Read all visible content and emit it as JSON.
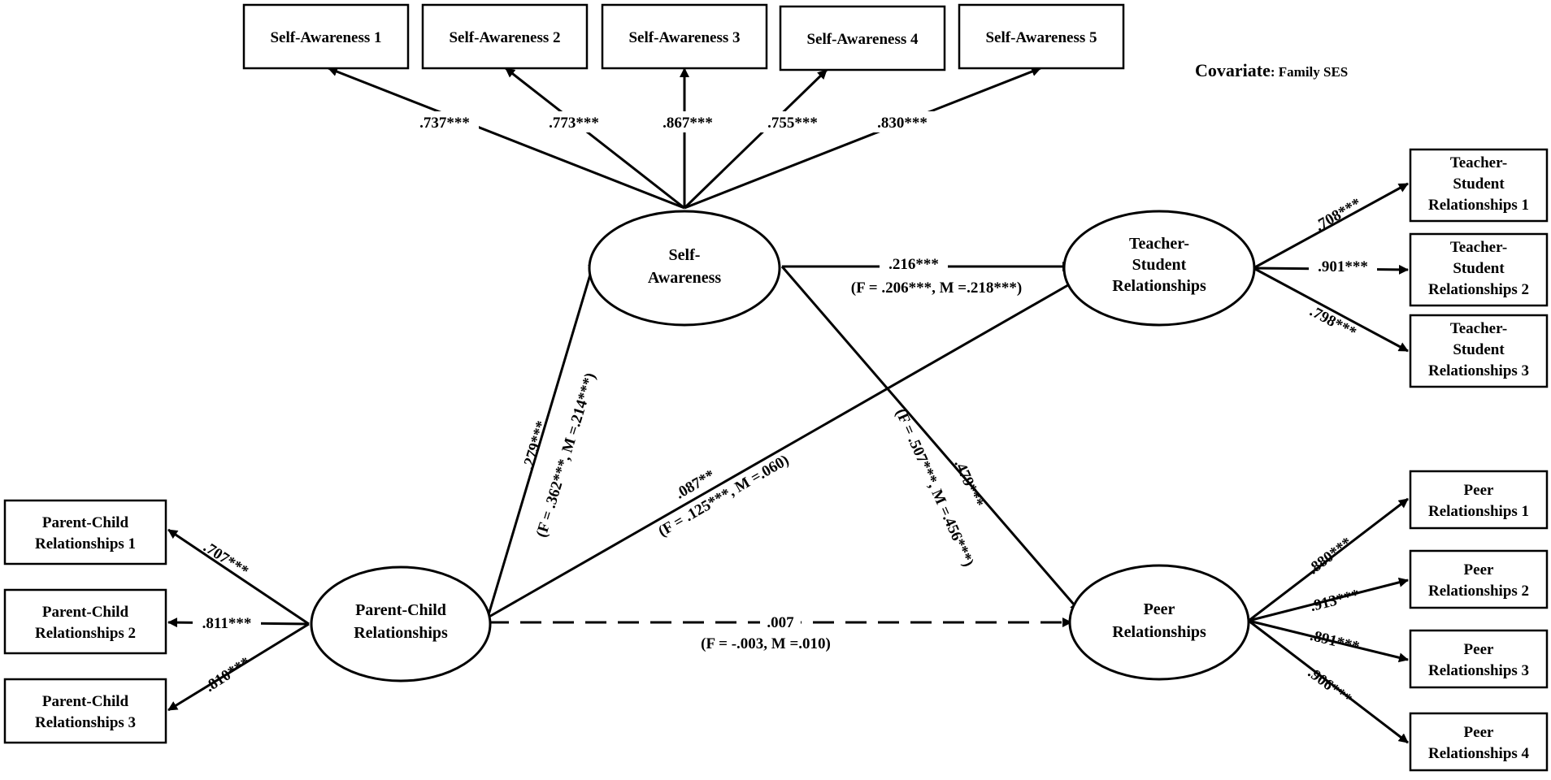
{
  "covariate": {
    "label": "Covariate",
    "value": ": Family SES"
  },
  "latents": {
    "self_awareness": [
      "Self-",
      "Awareness"
    ],
    "teacher_student": [
      "Teacher-",
      "Student",
      "Relationships"
    ],
    "parent_child": [
      "Parent-Child",
      "Relationships"
    ],
    "peer": [
      "Peer",
      "Relationships"
    ]
  },
  "indicators": {
    "self_awareness": [
      "Self-Awareness 1",
      "Self-Awareness 2",
      "Self-Awareness 3",
      "Self-Awareness 4",
      "Self-Awareness 5"
    ],
    "teacher_student": [
      [
        "Teacher-",
        "Student",
        "Relationships 1"
      ],
      [
        "Teacher-",
        "Student",
        "Relationships 2"
      ],
      [
        "Teacher-",
        "Student",
        "Relationships 3"
      ]
    ],
    "parent_child": [
      [
        "Parent-Child",
        "Relationships 1"
      ],
      [
        "Parent-Child",
        "Relationships 2"
      ],
      [
        "Parent-Child",
        "Relationships 3"
      ]
    ],
    "peer": [
      [
        "Peer",
        "Relationships 1"
      ],
      [
        "Peer",
        "Relationships 2"
      ],
      [
        "Peer",
        "Relationships 3"
      ],
      [
        "Peer",
        "Relationships 4"
      ]
    ]
  },
  "loadings": {
    "self_awareness": [
      ".737***",
      ".773***",
      ".867***",
      ".755***",
      ".830***"
    ],
    "teacher_student": [
      ".708***",
      ".901***",
      ".798***"
    ],
    "parent_child": [
      ".707***",
      ".811***",
      ".810***"
    ],
    "peer": [
      ".880***",
      ".913***",
      ".891***",
      ".906***"
    ]
  },
  "paths": {
    "sa_to_ts": {
      "coef": ".216***",
      "groups": "(F = .206***, M =.218***)"
    },
    "pc_to_sa": {
      "coef": ".279***",
      "groups": "(F = .362***, M =.214***)"
    },
    "pc_to_ts": {
      "coef": ".087**",
      "groups": "(F = .125***, M =.060)"
    },
    "sa_to_peer": {
      "coef": ".479***",
      "groups": "(F = .507***, M =.456***)"
    },
    "pc_to_peer": {
      "coef": ".007",
      "groups": "(F = -.003, M =.010)"
    }
  }
}
